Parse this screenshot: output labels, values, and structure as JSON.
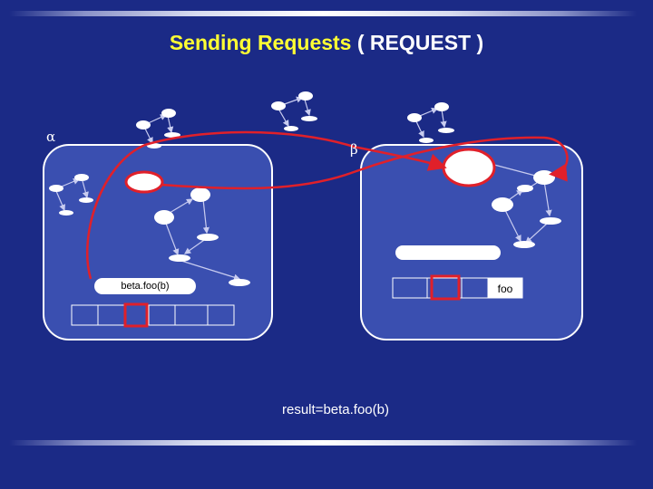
{
  "title": {
    "part1": "Sending Requests",
    "part2": "( REQUEST )"
  },
  "actors": {
    "alpha": "α",
    "beta": "β"
  },
  "message": {
    "call_label": "beta.foo(b)",
    "method_label": "foo"
  },
  "result": "result=beta.foo(b)",
  "colors": {
    "background": "#1b2a86",
    "actor_box": "#3a4fb0",
    "highlight": "#e0202a",
    "title": "#ffff33"
  }
}
